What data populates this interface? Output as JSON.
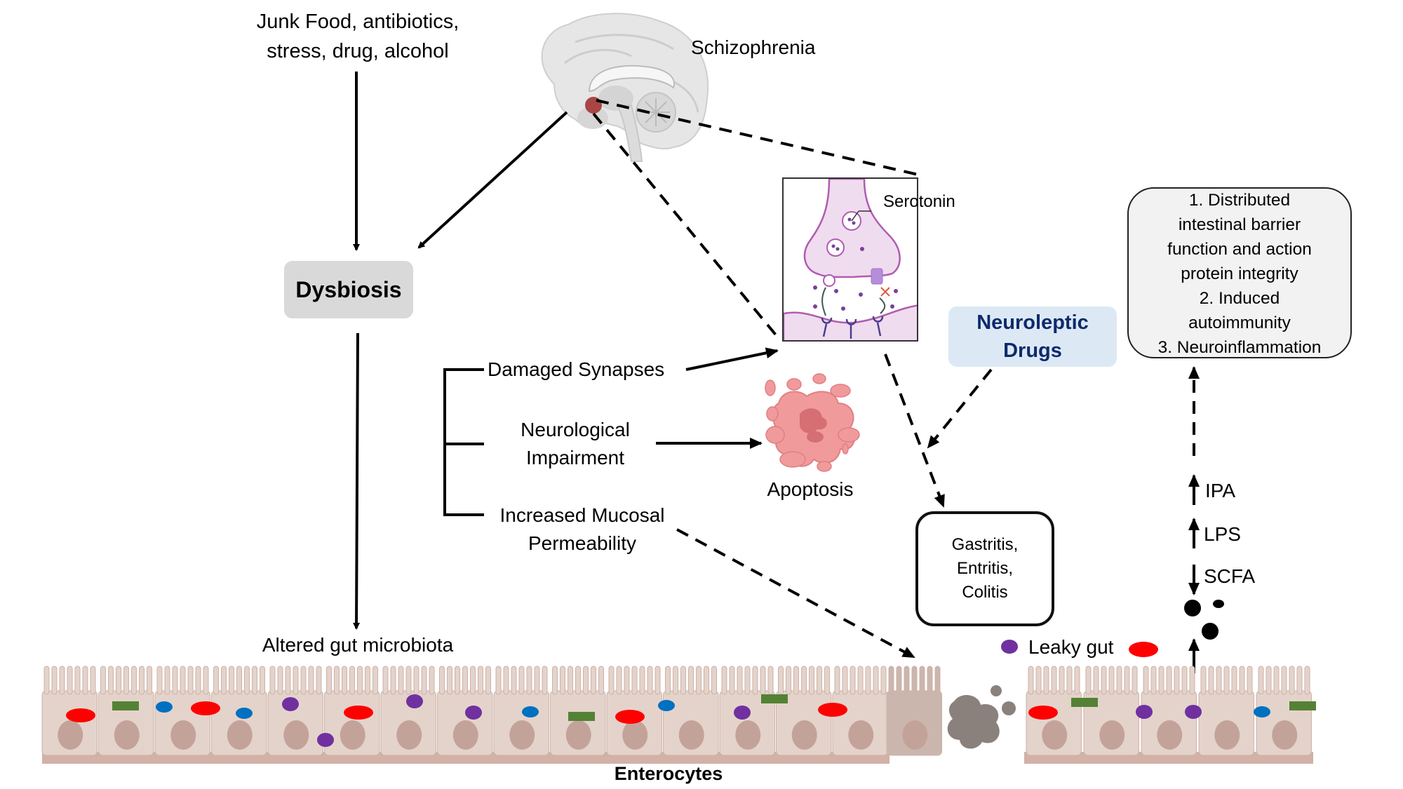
{
  "title": "Gut microbiota dysbiosis in schizophrenia",
  "labels": {
    "triggers": "Junk Food, antibiotics,\nstress, drug, alcohol",
    "disease": "Schizophrenia",
    "dysbiosis": "Dysbiosis",
    "altered_microbiota": "Altered gut microbiota",
    "enterocytes": "Enterocytes",
    "serotonin": "Serotonin",
    "neuroleptic_drugs": "Neuroleptic\nDrugs",
    "apoptosis": "Apoptosis",
    "leaky_gut": "Leaky gut",
    "gi_conditions": "Gastritis,\nEntritis,\nColitis",
    "outcomes": "1. Distributed\nintestinal barrier\nfunction and action\nprotein integrity\n2. Induced\nautoimmunity\n3. Neuroinflammation"
  },
  "effects": [
    {
      "label": "Damaged Synapses"
    },
    {
      "label": "Neurological\nImpairment"
    },
    {
      "label": "Increased Mucosal\nPermeability"
    }
  ],
  "metabolites": [
    {
      "label": "IPA",
      "direction": "up"
    },
    {
      "label": "LPS",
      "direction": "up"
    },
    {
      "label": "SCFA",
      "direction": "down"
    }
  ],
  "colors": {
    "dysbiosis_box": "#d9d9d9",
    "neuroleptic_box": "#dce9f5",
    "neuroleptic_text": "#0f2a6b",
    "outcome_box": "#f2f2f2",
    "cell": "#e4d3cb",
    "nucleus": "#c3a399",
    "basement": "#d2b1a6",
    "bacteria_red": "#ff0000",
    "bacteria_green": "#548235",
    "bacteria_blue": "#0070c0",
    "bacteria_purple": "#7030a0",
    "apoptosis": "#f09a9c",
    "synapse": "#efdcef",
    "synapse_line": "#b05cb0",
    "lesion_spot": "#a84646"
  }
}
